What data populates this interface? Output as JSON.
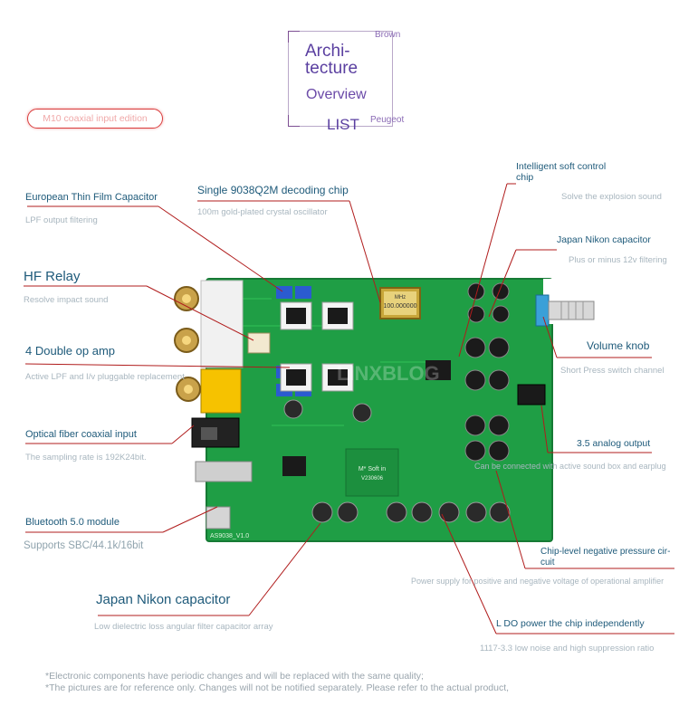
{
  "header": {
    "title_line1": "Archi-",
    "title_line2": "tecture",
    "subtitle": "Overview",
    "list_label": "LIST",
    "tag_top": "Brown",
    "tag_bottom": "Peugeot"
  },
  "badge": "M10 coaxial input edition",
  "board_marks": {
    "crystal_line1": "100.000000",
    "crystal_line2": "MHz",
    "chip_label_line1": "M* Soft in",
    "chip_label_line2": "V230606",
    "pcb_model": "AS9038_V1.0"
  },
  "watermark": "LINXBLOG",
  "labels": [
    {
      "id": "european-capacitor",
      "title": "European Thin Film Capacitor",
      "desc": "LPF output filtering"
    },
    {
      "id": "decoding-chip",
      "title": "Single 9038Q2M decoding chip",
      "desc": "100m gold-plated crystal oscillator"
    },
    {
      "id": "hf-relay",
      "title": "HF Relay",
      "desc": "Resolve impact sound"
    },
    {
      "id": "op-amp",
      "title": "4 Double op amp",
      "desc": "Active LPF and I/v pluggable replacement"
    },
    {
      "id": "optical-input",
      "title": "Optical fiber coaxial input",
      "desc": "The sampling rate is 192K24bit."
    },
    {
      "id": "bluetooth",
      "title": "Bluetooth 5.0 module",
      "desc": "Supports SBC/44.1k/16bit"
    },
    {
      "id": "nikon-capacitor-bottom",
      "title": "Japan Nikon capacitor",
      "desc": "Low dielectric loss angular filter capacitor array"
    },
    {
      "id": "soft-control",
      "title_line1": "Intelligent soft control",
      "title_line2": "chip",
      "desc": "Solve the explosion sound"
    },
    {
      "id": "nikon-capacitor-right",
      "title": "Japan Nikon capacitor",
      "desc": "Plus or minus 12v filtering"
    },
    {
      "id": "volume-knob",
      "title": "Volume knob",
      "desc": "Short Press switch channel"
    },
    {
      "id": "analog-output",
      "title": "3.5 analog output",
      "desc": "Can be connected with active sound box and earplug"
    },
    {
      "id": "negative-pressure",
      "title_line1": "Chip-level negative pressure cir-",
      "title_line2": "cuit",
      "desc": "Power supply for positive and negative voltage of operational amplifier"
    },
    {
      "id": "ldo-power",
      "title": "L DO power the chip independently",
      "desc": "1117-3.3 low noise and high suppression ratio"
    }
  ],
  "notes": [
    "*Electronic components have periodic changes and will be replaced with the same quality;",
    "*The pictures are for reference only. Changes will not be notified separately. Please refer to the actual product,"
  ],
  "colors": {
    "board": "#1f9e45",
    "leader": "#b01c1c",
    "label": "#1e5a7a",
    "desc": "#a8b6bf"
  }
}
